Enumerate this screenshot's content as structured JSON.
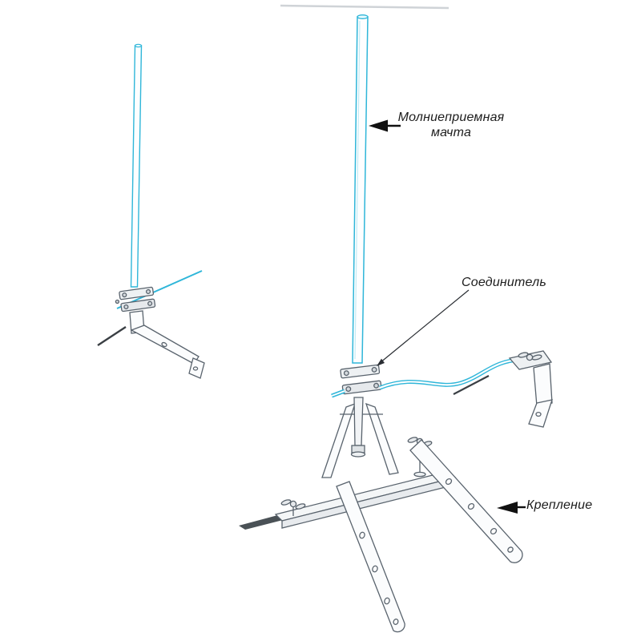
{
  "diagram": {
    "type": "technical-illustration",
    "subject": "Lightning protection mast with connector and roof mounting, two isometric views",
    "labels": {
      "mast": "Молниеприемная мачта",
      "connector": "Соединитель",
      "mount": "Крепление"
    },
    "colors": {
      "line": "#59636d",
      "tube": "#2fb6d9",
      "text": "#1c1c1c",
      "arrow": "#111111"
    }
  }
}
